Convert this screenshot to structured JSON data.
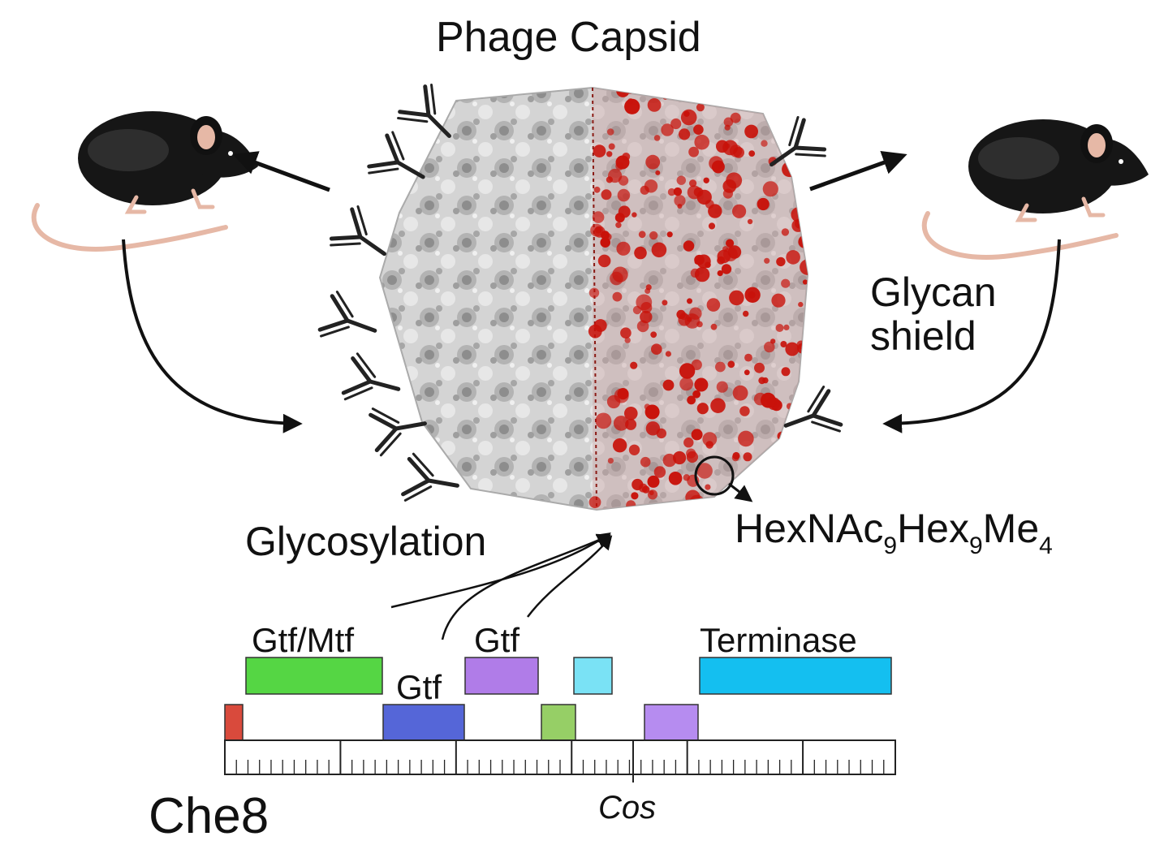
{
  "title": "Phage Capsid",
  "glycan_shield": {
    "line1": "Glycan",
    "line2": "shield"
  },
  "glycosylation": "Glycosylation",
  "formula": {
    "p1": "HexNAc",
    "s1": "9",
    "p2": "Hex",
    "s2": "9",
    "p3": "Me",
    "s3": "4"
  },
  "genes": {
    "gtf_mtf": "Gtf/Mtf",
    "gtf_lower": "Gtf",
    "gtf_upper": "Gtf",
    "terminase": "Terminase"
  },
  "phage_name": "Che8",
  "cos_label": "Cos",
  "colors": {
    "gtf_mtf": "#55d644",
    "gtf_lower": "#5566d8",
    "gtf_upper": "#b07ce8",
    "terminase": "#14bff0",
    "cyan_small": "#7ae2f5",
    "red": "#d94a3c",
    "green_small": "#96cf66",
    "purple_small": "#b68cf0",
    "glycan": "#c8120a",
    "capsid": "#c9c9c9"
  }
}
